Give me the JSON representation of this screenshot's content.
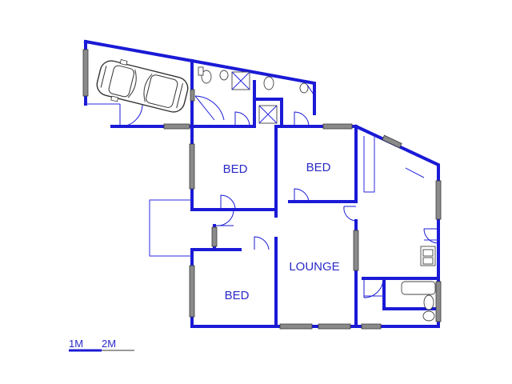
{
  "rooms": {
    "bed1": "BED",
    "bed2": "BED",
    "bed3": "BED",
    "lounge": "LOUNGE"
  },
  "scale": {
    "label1": "1M",
    "label2": "2M"
  },
  "colors": {
    "wall": "#1a1ad6",
    "label": "#2a2ac8"
  }
}
